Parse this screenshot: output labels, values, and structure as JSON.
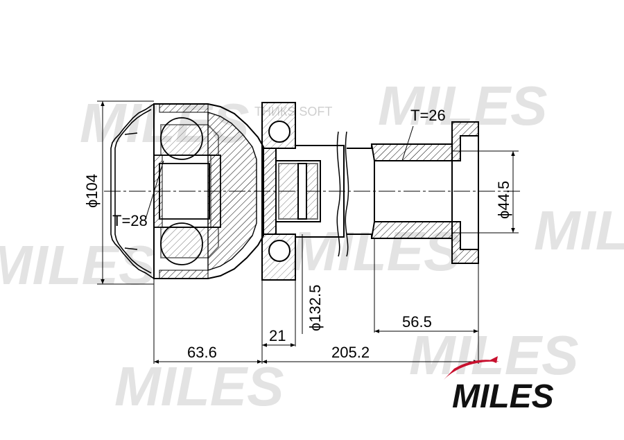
{
  "watermark": {
    "word": "MILES",
    "stamp": "ТНИКS SOFT"
  },
  "brand": {
    "name": "MILES",
    "accent": "#c8102e"
  },
  "labels": {
    "diameter_outer": "ϕ104",
    "diameter_flange": "ϕ132.5",
    "diameter_shaft": "ϕ44.5",
    "wall_left": "T=28",
    "wall_right": "T=26",
    "len_left": "63.6",
    "len_total": "205.2",
    "len_flange": "21",
    "len_right": "56.5"
  },
  "colors": {
    "line": "#000000",
    "hatch": "#000000",
    "watermark": "#e3e3e3"
  }
}
